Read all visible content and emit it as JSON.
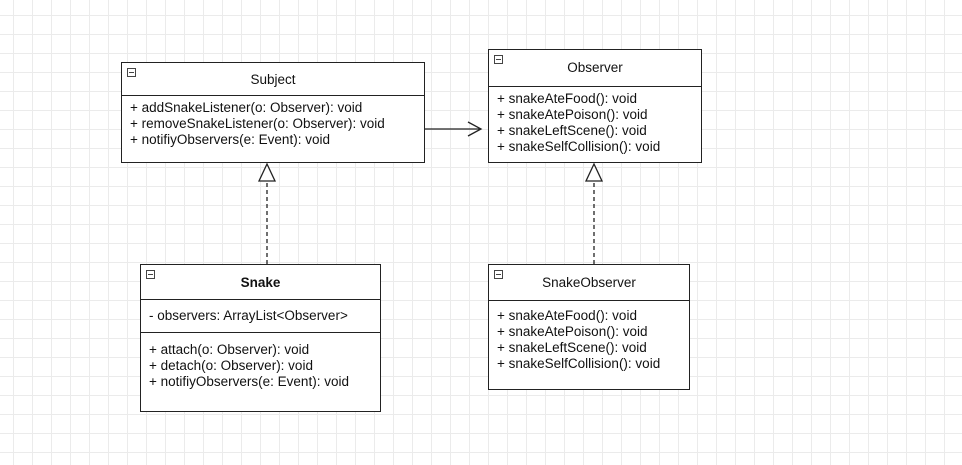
{
  "classes": {
    "subject": {
      "name": "Subject",
      "methods": [
        "+ addSnakeListener(o: Observer): void",
        "+ removeSnakeListener(o: Observer): void",
        "+ notifiyObservers(e: Event): void"
      ]
    },
    "observer": {
      "name": "Observer",
      "methods": [
        "+ snakeAteFood(): void",
        "+ snakeAtePoison(): void",
        "+ snakeLeftScene(): void",
        "+ snakeSelfCollision(): void"
      ]
    },
    "snake": {
      "name": "Snake",
      "attributes": [
        "- observers: ArrayList<Observer>"
      ],
      "methods": [
        "+ attach(o: Observer): void",
        "+ detach(o: Observer): void",
        "+ notifiyObservers(e: Event): void"
      ]
    },
    "snake_observer": {
      "name": "SnakeObserver",
      "methods": [
        "+ snakeAteFood(): void",
        "+ snakeAtePoison(): void",
        "+ snakeLeftScene(): void",
        "+ snakeSelfCollision(): void"
      ]
    }
  },
  "relations": [
    {
      "from": "Subject",
      "to": "Observer",
      "type": "association"
    },
    {
      "from": "Snake",
      "to": "Subject",
      "type": "realization"
    },
    {
      "from": "SnakeObserver",
      "to": "Observer",
      "type": "realization"
    }
  ]
}
